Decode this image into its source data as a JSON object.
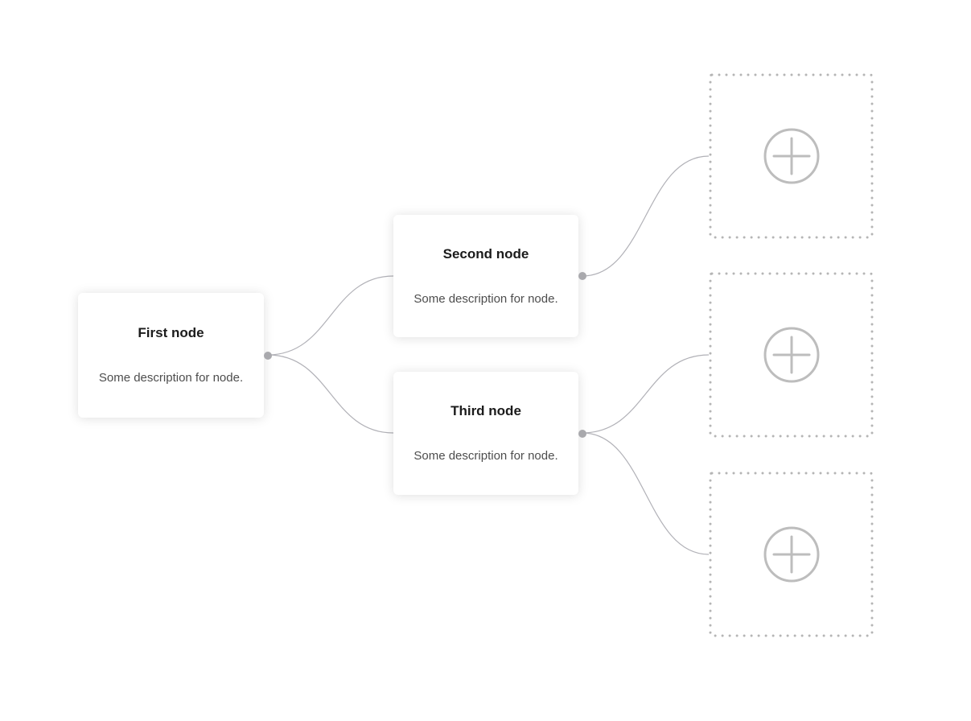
{
  "canvas": {
    "type": "node-flow-editor"
  },
  "colors": {
    "canvas_bg": "#ffffff",
    "card_bg": "#ffffff",
    "edge": "#b1b1b7",
    "handle": "#a9a9ad",
    "title": "#1b1b1b",
    "description": "#4d4d4d",
    "placeholder_border": "#b5b5b5",
    "plus": "#bdbdbd"
  },
  "nodes": [
    {
      "id": "first",
      "title": "First node",
      "description": "Some description for node."
    },
    {
      "id": "second",
      "title": "Second node",
      "description": "Some description for node."
    },
    {
      "id": "third",
      "title": "Third node",
      "description": "Some description for node."
    }
  ],
  "placeholders": [
    {
      "id": "placeholder-1",
      "icon": "plus-icon"
    },
    {
      "id": "placeholder-2",
      "icon": "plus-icon"
    },
    {
      "id": "placeholder-3",
      "icon": "plus-icon"
    }
  ],
  "edges": [
    {
      "from": "first",
      "to": "second"
    },
    {
      "from": "first",
      "to": "third"
    },
    {
      "from": "second",
      "to": "placeholder-1"
    },
    {
      "from": "third",
      "to": "placeholder-2"
    },
    {
      "from": "third",
      "to": "placeholder-3"
    }
  ]
}
